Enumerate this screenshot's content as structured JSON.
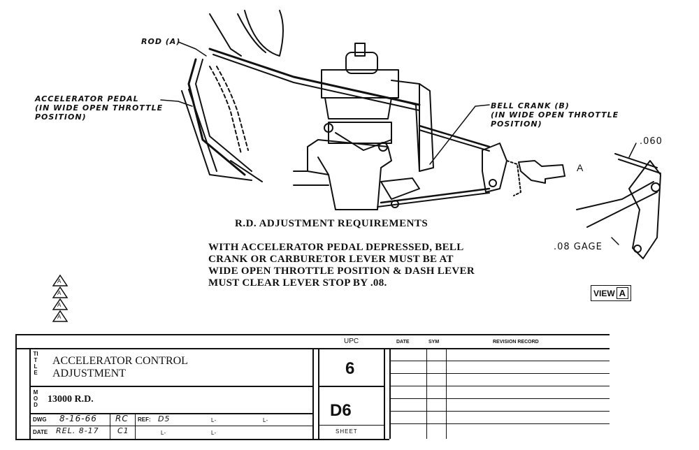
{
  "drawing": {
    "label_rod": "ROD (A)",
    "label_pedal_l1": "ACCELERATOR PEDAL",
    "label_pedal_l2": "(IN WIDE OPEN THROTTLE",
    "label_pedal_l3": "POSITION)",
    "label_bell_l1": "BELL CRANK (B)",
    "label_bell_l2": "(IN WIDE OPEN THROTTLE",
    "label_bell_l3": "POSITION)",
    "label_a": "A",
    "label_060": ".060",
    "label_gage": ".08 GAGE"
  },
  "requirements": {
    "title": "R.D. ADJUSTMENT REQUIREMENTS",
    "line1": "WITH ACCELERATOR PEDAL DEPRESSED, BELL",
    "line2": "CRANK OR CARBURETOR LEVER MUST BE AT",
    "line3": "WIDE OPEN THROTTLE POSITION & DASH LEVER",
    "line4": "MUST CLEAR LEVER STOP BY .08."
  },
  "view": {
    "prefix": "VIEW",
    "letter": "A"
  },
  "revision_marks": [
    "A",
    "A",
    "A",
    "A"
  ],
  "title_block": {
    "title_side": "TITLE",
    "title_l1": "ACCELERATOR CONTROL",
    "title_l2": "ADJUSTMENT",
    "mod_side": "MOD",
    "model": "13000 R.D.",
    "dwg_label": "DWG",
    "dwg_value": "8-16-66",
    "rc": "RC",
    "date_label": "DATE",
    "date_value": "REL. 8-17",
    "c1": "C1",
    "ref_label": "REF:",
    "ref_value": "D5",
    "l_marks": [
      "L-",
      "L-",
      "L-",
      "L-"
    ],
    "upc_label": "UPC",
    "upc_value": "6",
    "code": "D6",
    "sheet_label": "SHEET",
    "rev_date": "DATE",
    "rev_sym": "SYM",
    "rev_record": "REVISION RECORD"
  }
}
